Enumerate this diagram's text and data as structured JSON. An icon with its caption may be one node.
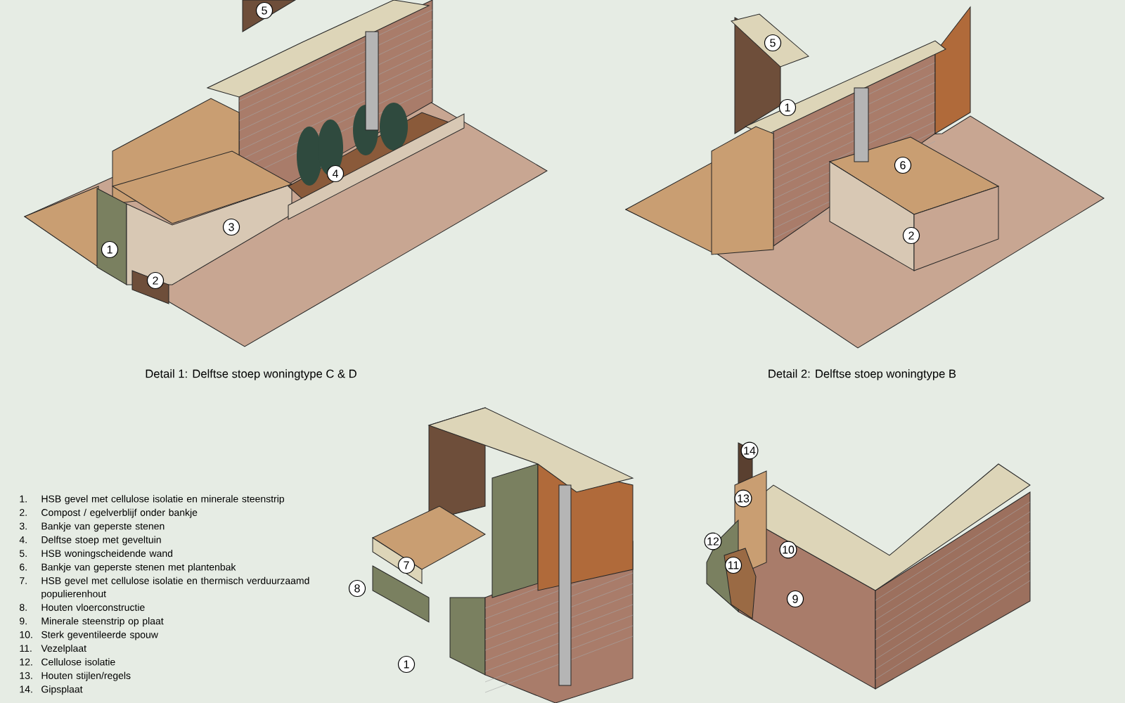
{
  "diagram": {
    "nodes": [
      {
        "text": [
          "5"
        ]
      },
      {
        "text": [
          "4"
        ]
      },
      {
        "text": [
          "3"
        ]
      },
      {
        "text": [
          "1"
        ]
      },
      {
        "text": [
          "2"
        ]
      },
      {
        "text": [
          "5"
        ]
      },
      {
        "text": [
          "1"
        ]
      },
      {
        "text": [
          "6"
        ]
      },
      {
        "text": [
          "2"
        ]
      },
      {
        "text": [
          "7"
        ]
      },
      {
        "text": [
          "8"
        ]
      },
      {
        "text": [
          "1"
        ]
      },
      {
        "text": [
          "14"
        ]
      },
      {
        "text": [
          "13"
        ]
      },
      {
        "text": [
          "12"
        ]
      },
      {
        "text": [
          "10"
        ]
      },
      {
        "text": [
          "11"
        ]
      },
      {
        "text": [
          "9"
        ]
      }
    ],
    "labels": [
      "Detail 1: Delftse stoep woningtype C & D",
      "Detail 2: Delftse stoep woningtype B",
      "1.",
      "HSB gevel met cellulose isolatie en minerale steenstrip",
      "2.",
      "Compost / egelverblijf onder bankje",
      "3.",
      "Bankje van geperste stenen",
      "4.",
      "Delftse stoep met geveltuin",
      "5.",
      "HSB woningscheidende wand",
      "6.",
      "Bankje van geperste stenen met plantenbak",
      "7.",
      "HSB gevel met cellulose isolatie en thermisch verduurzaamd populierenhout",
      "8.",
      "Houten vloerconstructie",
      "9.",
      "Minerale steenstrip op plaat",
      "10.",
      "Sterk geventileerde spouw",
      "11.",
      "Vezelplaat",
      "12.",
      "Cellulose isolatie",
      "13.",
      "Houten stijlen/regels",
      "14.",
      "Gipsplaat"
    ]
  }
}
